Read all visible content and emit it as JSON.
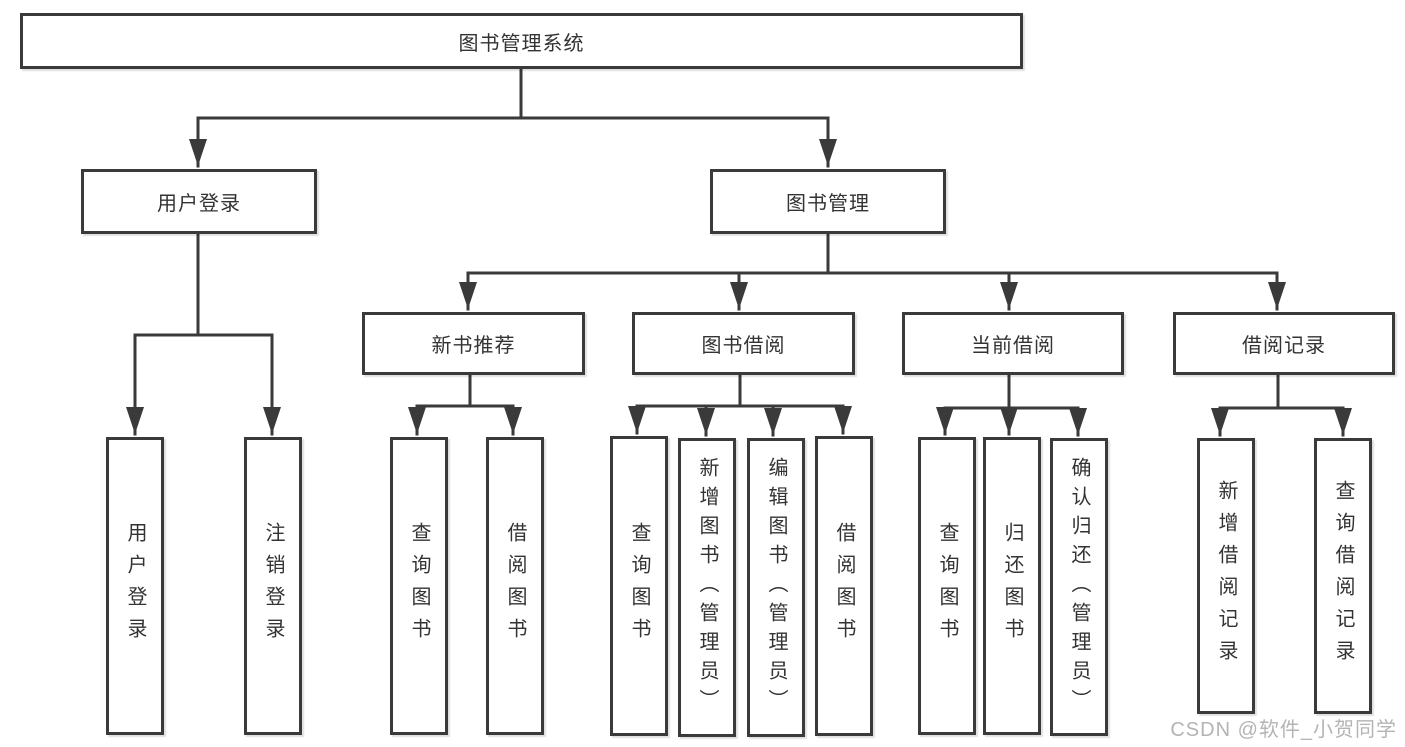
{
  "diagram": {
    "root": {
      "label": "图书管理系统"
    },
    "branches": [
      {
        "label": "用户登录",
        "leaves": [
          {
            "label": "用户登录"
          },
          {
            "label": "注销登录"
          }
        ]
      },
      {
        "label": "图书管理",
        "sections": [
          {
            "label": "新书推荐",
            "leaves": [
              {
                "label": "查询图书"
              },
              {
                "label": "借阅图书"
              }
            ]
          },
          {
            "label": "图书借阅",
            "leaves": [
              {
                "label": "查询图书"
              },
              {
                "label": "新增图书（管理员）"
              },
              {
                "label": "编辑图书（管理员）"
              },
              {
                "label": "借阅图书"
              }
            ]
          },
          {
            "label": "当前借阅",
            "leaves": [
              {
                "label": "查询图书"
              },
              {
                "label": "归还图书"
              },
              {
                "label": "确认归还（管理员）"
              }
            ]
          },
          {
            "label": "借阅记录",
            "leaves": [
              {
                "label": "新增借阅记录"
              },
              {
                "label": "查询借阅记录"
              }
            ]
          }
        ]
      }
    ]
  },
  "watermark": {
    "text": "CSDN @软件_小贺同学"
  },
  "colors": {
    "line": "#3a3a3a",
    "text": "#333333",
    "background": "#ffffff",
    "watermark": "#b4b4b4"
  }
}
